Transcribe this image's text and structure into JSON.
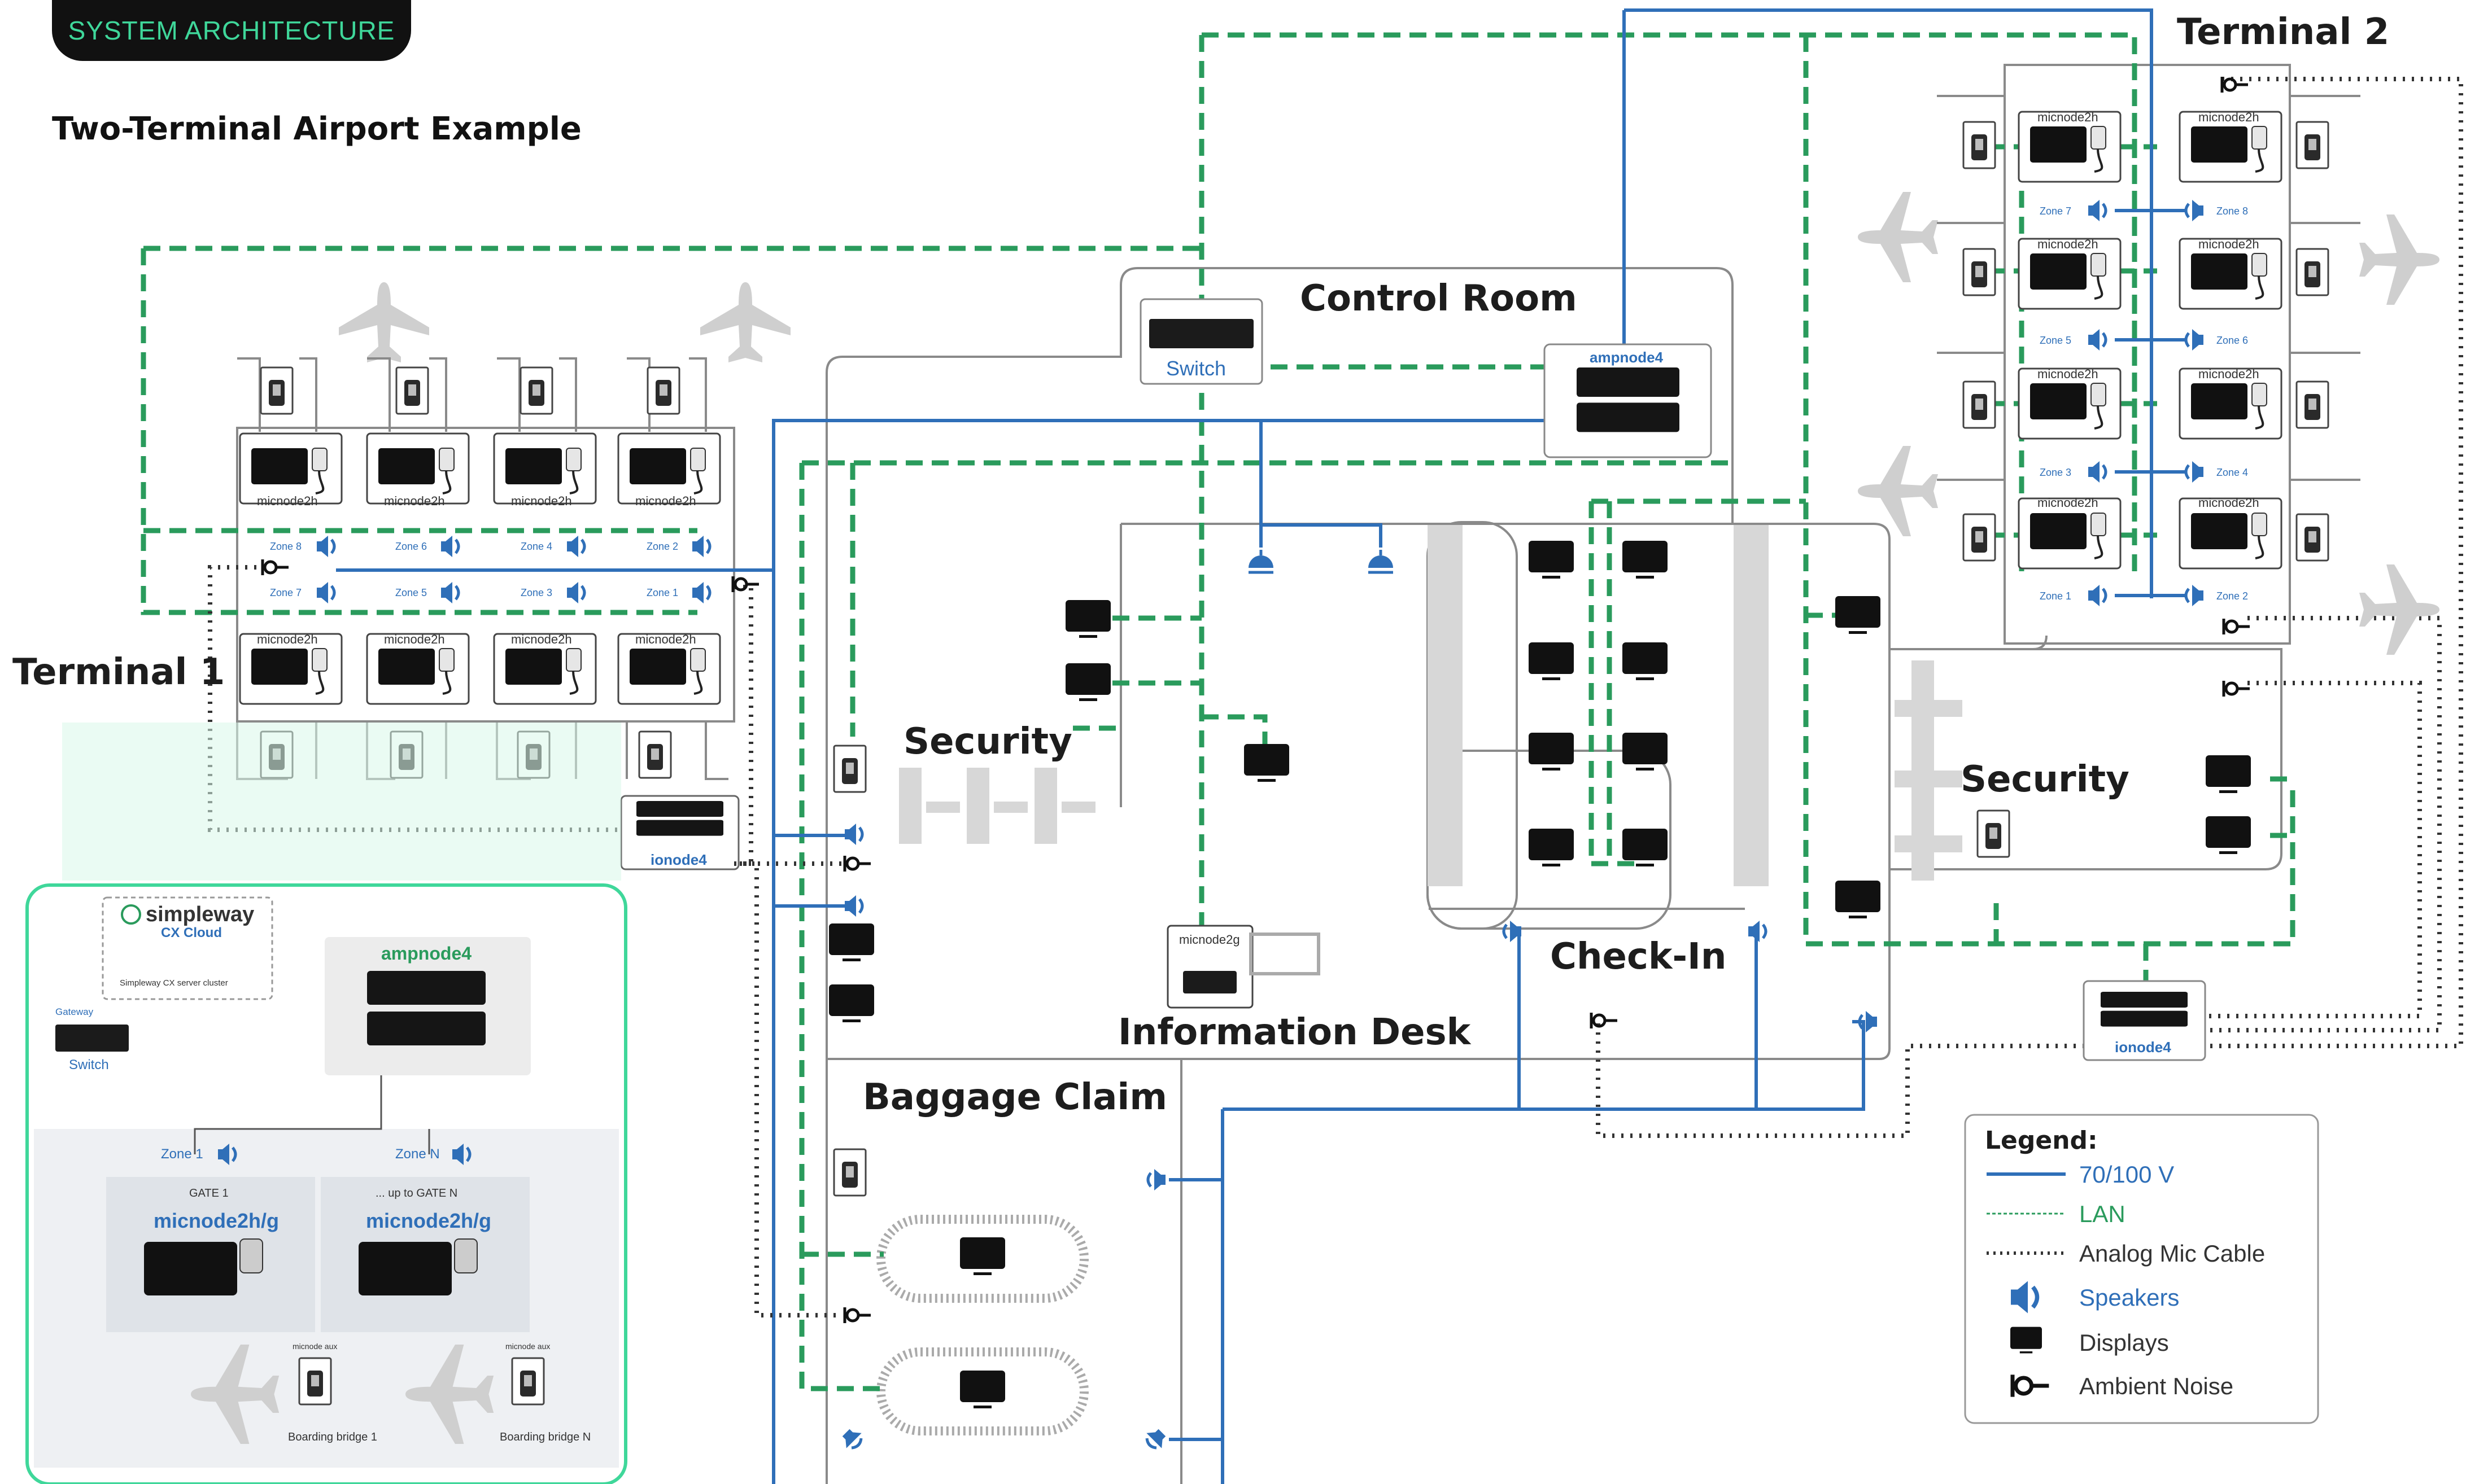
{
  "header": {
    "badge": "SYSTEM ARCHITECTURE",
    "subtitle": "Two-Terminal Airport Example"
  },
  "areas": {
    "terminal1": "Terminal 1",
    "terminal2": "Terminal 2",
    "control_room": "Control Room",
    "security_left": "Security",
    "security_right": "Security",
    "check_in": "Check-In",
    "information_desk": "Information Desk",
    "baggage_claim": "Baggage Claim"
  },
  "devices": {
    "switch": "Switch",
    "ampnode4": "ampnode4",
    "ionode4": "ionode4",
    "micnode2h": "micnode2h",
    "micnode2g": "micnode2g",
    "micnode_aux": "micnode aux"
  },
  "terminal1_zones": {
    "top": [
      "Zone 8",
      "Zone 6",
      "Zone 4",
      "Zone 2"
    ],
    "bottom": [
      "Zone 7",
      "Zone 5",
      "Zone 3",
      "Zone 1"
    ]
  },
  "terminal2_zones": [
    [
      "Zone 7",
      "Zone 8"
    ],
    [
      "Zone 5",
      "Zone 6"
    ],
    [
      "Zone 3",
      "Zone 4"
    ],
    [
      "Zone 1",
      "Zone 2"
    ]
  ],
  "inset": {
    "cloud_brand": "simpleway",
    "cloud_name": "CX Cloud",
    "cloud_caption": "Simpleway CX server cluster",
    "gateway": "Gateway",
    "switch": "Switch",
    "ampnode": "ampnode4",
    "zone_left": "Zone 1",
    "zone_right": "Zone N",
    "gate_left_title": "GATE 1",
    "gate_right_title": "... up to GATE N",
    "gate_left_device": "micnode2h/g",
    "gate_right_device": "micnode2h/g",
    "aux_label": "micnode aux",
    "bridge_left": "Boarding bridge 1",
    "bridge_right": "Boarding bridge N"
  },
  "legend": {
    "title": "Legend:",
    "items": [
      {
        "label": "70/100 V",
        "symbol": "solid-blue-line"
      },
      {
        "label": "LAN",
        "symbol": "dashed-green-line"
      },
      {
        "label": "Analog Mic Cable",
        "symbol": "dotted-black-line"
      },
      {
        "label": "Speakers",
        "symbol": "speaker-icon"
      },
      {
        "label": "Displays",
        "symbol": "display-icon"
      },
      {
        "label": "Ambient Noise",
        "symbol": "ambient-noise-icon"
      }
    ]
  },
  "colors": {
    "lan": "#2a9b5c",
    "voltage": "#2f6fb8",
    "analog": "#333333",
    "accent": "#3fd79a",
    "badge_bg": "#111111"
  }
}
